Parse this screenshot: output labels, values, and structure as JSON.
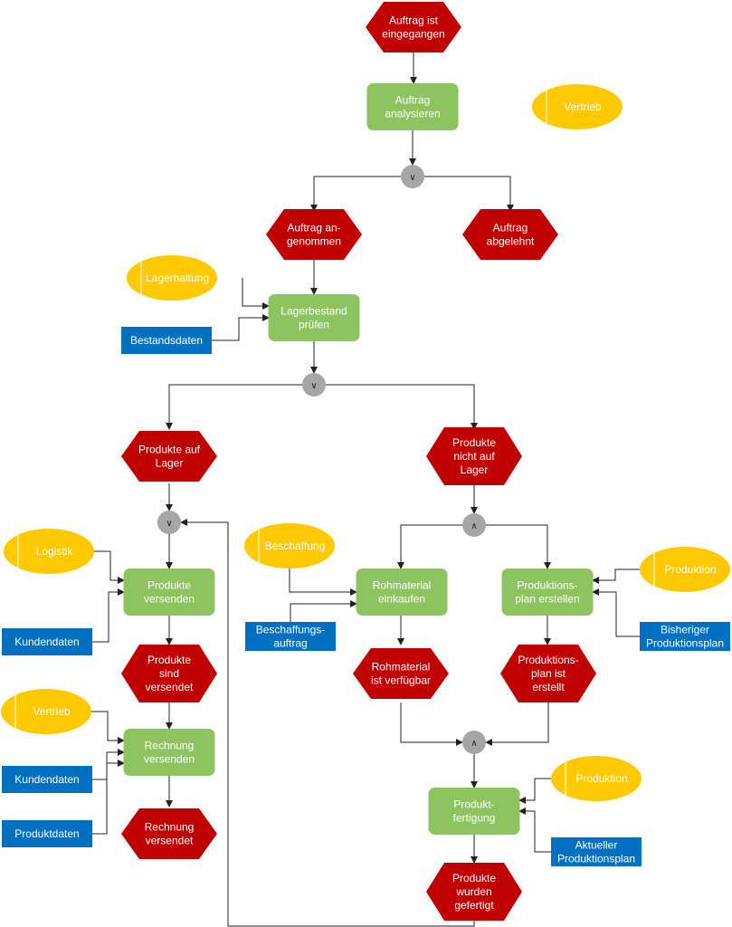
{
  "colors": {
    "event": "#c00000",
    "function": "#8dc45f",
    "org": "#ffc900",
    "info": "#0070c0",
    "connector": "#a6a6a6",
    "org_text": "#ffffff"
  },
  "events": [
    {
      "id": "e1",
      "lines": [
        "Auftrag ist",
        "eingegangen"
      ]
    },
    {
      "id": "e2",
      "lines": [
        "Auftrag an-",
        "genommen"
      ]
    },
    {
      "id": "e3",
      "lines": [
        "Auftrag",
        "abgelehnt"
      ]
    },
    {
      "id": "e4",
      "lines": [
        "Produkte auf",
        "Lager"
      ]
    },
    {
      "id": "e5",
      "lines": [
        "Produkte",
        "nicht auf",
        "Lager"
      ]
    },
    {
      "id": "e6",
      "lines": [
        "Produkte",
        "sind",
        "versendet"
      ]
    },
    {
      "id": "e7",
      "lines": [
        "Rechnung",
        "versendet"
      ]
    },
    {
      "id": "e8",
      "lines": [
        "Rohmaterial",
        "ist verfügbar"
      ]
    },
    {
      "id": "e9",
      "lines": [
        "Produktions-",
        "plan ist",
        "erstellt"
      ]
    },
    {
      "id": "e10",
      "lines": [
        "Produkte",
        "wurden",
        "gefertigt"
      ]
    }
  ],
  "functions": [
    {
      "id": "f1",
      "lines": [
        "Auftrag",
        "analysieren"
      ]
    },
    {
      "id": "f2",
      "lines": [
        "Lagerbestand",
        "prüfen"
      ]
    },
    {
      "id": "f3",
      "lines": [
        "Produkte",
        "versenden"
      ]
    },
    {
      "id": "f4",
      "lines": [
        "Rechnung",
        "versenden"
      ]
    },
    {
      "id": "f5",
      "lines": [
        "Rohmaterial",
        "einkaufen"
      ]
    },
    {
      "id": "f6",
      "lines": [
        "Produktions-",
        "plan erstellen"
      ]
    },
    {
      "id": "f7",
      "lines": [
        "Produkt-",
        "fertigung"
      ]
    }
  ],
  "org_units": [
    {
      "id": "o1",
      "label": "Vertrieb"
    },
    {
      "id": "o2",
      "label": "Lagerhaltung"
    },
    {
      "id": "o3",
      "label": "Logistik"
    },
    {
      "id": "o4",
      "label": "Vertrieb"
    },
    {
      "id": "o5",
      "label": "Beschaffung"
    },
    {
      "id": "o6",
      "label": "Produktion"
    },
    {
      "id": "o7",
      "label": "Produktion"
    }
  ],
  "info_objects": [
    {
      "id": "i1",
      "lines": [
        "Bestandsdaten"
      ]
    },
    {
      "id": "i2",
      "lines": [
        "Kundendaten"
      ]
    },
    {
      "id": "i3",
      "lines": [
        "Kundendaten"
      ]
    },
    {
      "id": "i4",
      "lines": [
        "Produktdaten"
      ]
    },
    {
      "id": "i5",
      "lines": [
        "Beschaffungs-",
        "auftrag"
      ]
    },
    {
      "id": "i6",
      "lines": [
        "Bisheriger",
        "Produktionsplan"
      ]
    },
    {
      "id": "i7",
      "lines": [
        "Aktueller",
        "Produktionsplan"
      ]
    }
  ],
  "connectors": [
    {
      "id": "c1",
      "symbol": "∨"
    },
    {
      "id": "c2",
      "symbol": "∨"
    },
    {
      "id": "c3",
      "symbol": "∨"
    },
    {
      "id": "c4",
      "symbol": "∧"
    },
    {
      "id": "c5",
      "symbol": "∧"
    }
  ]
}
